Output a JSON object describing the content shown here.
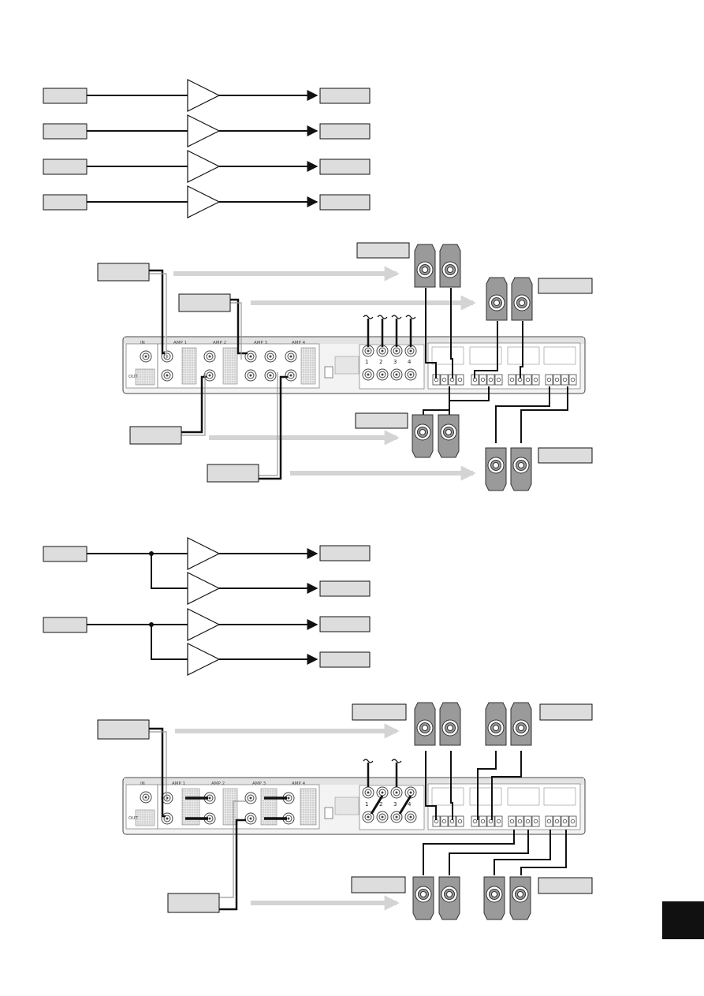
{
  "panel_labels": {
    "amp1": "AMP 1",
    "amp2": "AMP 2",
    "amp3": "AMP 3",
    "amp4": "AMP 4",
    "in": "IN",
    "out": "OUT"
  },
  "channel_numbers": [
    "1",
    "2",
    "3",
    "4"
  ],
  "colors": {
    "line": "#111111",
    "box_fill": "#dddddd",
    "arrow_band": "#d4d4d4",
    "speaker_fill": "#9a9a9a",
    "page_tab": "#111111"
  },
  "icons": [
    "amplifier-triangle-icon",
    "speaker-icon",
    "arrow-icon",
    "tilde-icon"
  ]
}
